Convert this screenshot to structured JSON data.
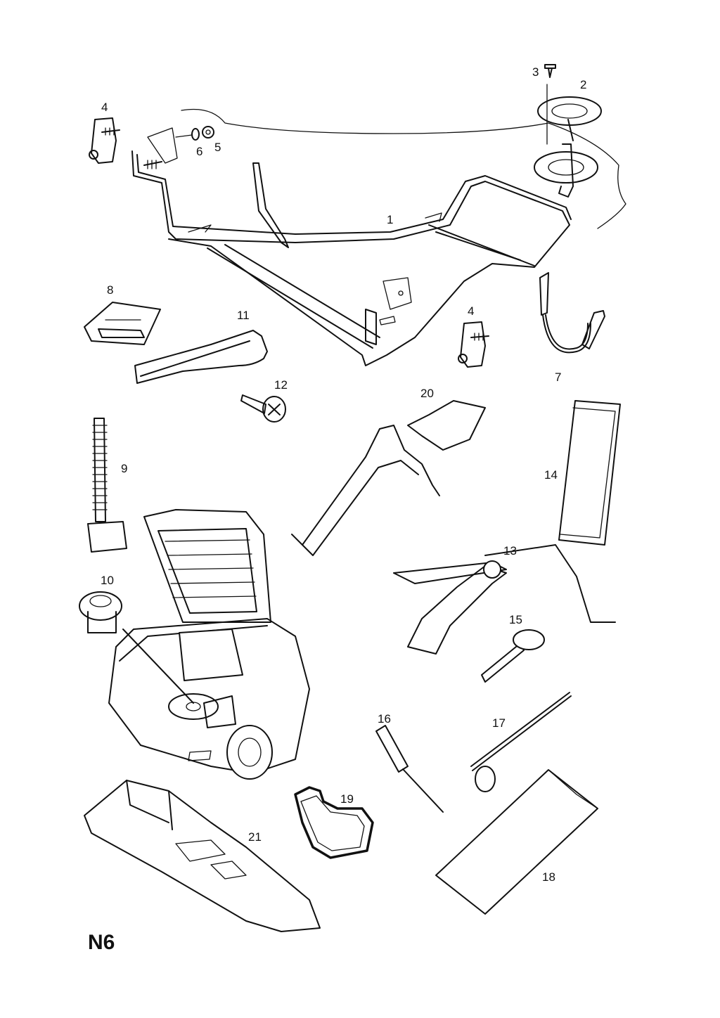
{
  "page_code": "N6",
  "callouts": {
    "p1": "1",
    "p2": "2",
    "p3": "3",
    "p4a": "4",
    "p4b": "4",
    "p5": "5",
    "p6": "6",
    "p7": "7",
    "p8": "8",
    "p9": "9",
    "p10": "10",
    "p11": "11",
    "p12": "12",
    "p13": "13",
    "p14": "14",
    "p15": "15",
    "p16": "16",
    "p17": "17",
    "p18": "18",
    "p19": "19",
    "p20": "20",
    "p21": "21"
  },
  "colors": {
    "line": "#111111",
    "background": "#ffffff"
  }
}
